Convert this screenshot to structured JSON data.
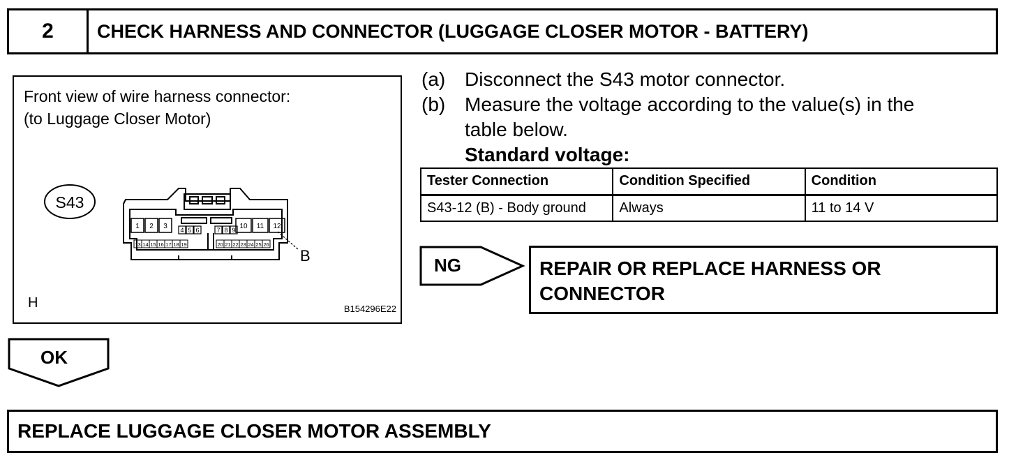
{
  "step": {
    "number": "2",
    "title": "CHECK HARNESS AND CONNECTOR (LUGGAGE CLOSER MOTOR - BATTERY)"
  },
  "figure": {
    "caption_line1": "Front view of wire harness connector:",
    "caption_line2": "(to Luggage Closer Motor)",
    "connector_id": "S43",
    "pin_callout": "B",
    "corner_letter": "H",
    "image_code": "B154296E22",
    "top_pins_left": [
      "1",
      "2",
      "3"
    ],
    "top_pins_mid": [
      "4",
      "5",
      "6",
      "7",
      "8",
      "9"
    ],
    "top_pins_right": [
      "10",
      "11",
      "12"
    ],
    "bottom_pins_left": [
      "13",
      "14",
      "15",
      "16",
      "17",
      "18",
      "19"
    ],
    "bottom_pins_right": [
      "20",
      "21",
      "22",
      "23",
      "24",
      "25",
      "26"
    ]
  },
  "instructions": [
    {
      "tag": "(a)",
      "text": "Disconnect the S43 motor connector."
    },
    {
      "tag": "(b)",
      "text": "Measure the voltage according to the value(s) in the table below."
    }
  ],
  "standard_label": "Standard voltage:",
  "table": {
    "headers": [
      "Tester Connection",
      "Condition  Specified",
      "Condition"
    ],
    "rows": [
      [
        "S43-12 (B) - Body ground",
        "Always",
        "11 to 14 V"
      ]
    ]
  },
  "ng": {
    "label": "NG",
    "action_line1": "REPAIR OR REPLACE HARNESS OR",
    "action_line2": "CONNECTOR"
  },
  "ok": {
    "label": "OK",
    "action": "REPLACE LUGGAGE CLOSER MOTOR ASSEMBLY"
  }
}
